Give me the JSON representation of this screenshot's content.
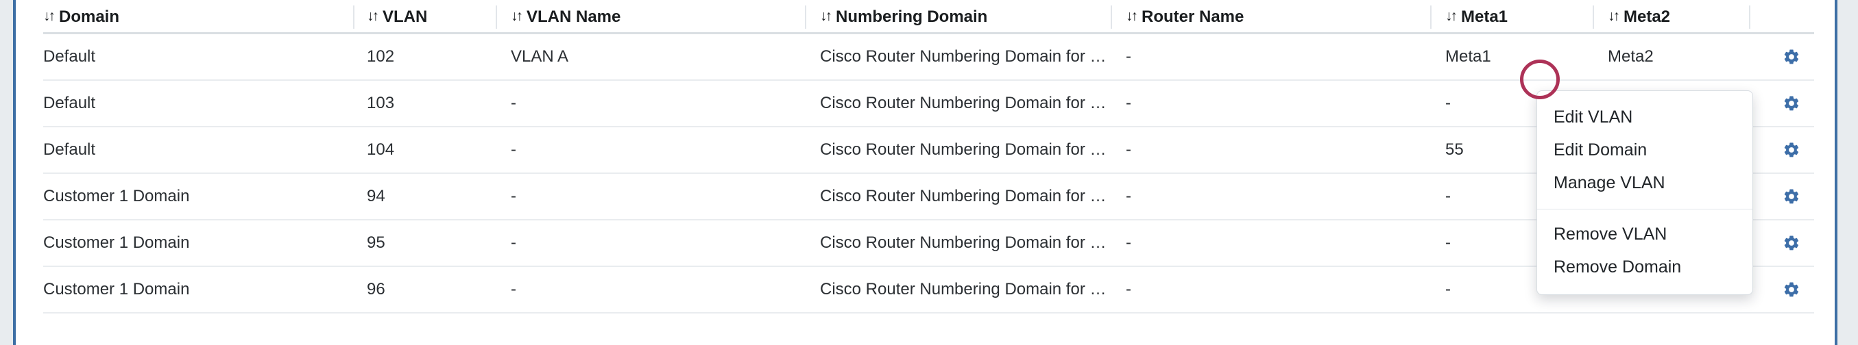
{
  "theme": {
    "accent_blue": "#3d6fa5",
    "gear_blue": "#3d6ea8",
    "highlight_circle": "#ad3257",
    "gutter_bg": "#e8ecef",
    "row_border": "#e9ecef"
  },
  "table": {
    "sort_icon": "↓↑",
    "columns": [
      {
        "key": "domain",
        "label": "Domain"
      },
      {
        "key": "vlan",
        "label": "VLAN"
      },
      {
        "key": "vlan_name",
        "label": "VLAN Name"
      },
      {
        "key": "numbering_domain",
        "label": "Numbering Domain"
      },
      {
        "key": "router_name",
        "label": "Router Name"
      },
      {
        "key": "meta1",
        "label": "Meta1"
      },
      {
        "key": "meta2",
        "label": "Meta2"
      }
    ],
    "row_action_icon": "gear-icon",
    "rows": [
      {
        "domain": "Default",
        "vlan": "102",
        "vlan_name": "VLAN A",
        "numbering_domain": "Cisco Router Numbering Domain for …",
        "router_name": "-",
        "meta1": "Meta1",
        "meta2": "Meta2"
      },
      {
        "domain": "Default",
        "vlan": "103",
        "vlan_name": "-",
        "numbering_domain": "Cisco Router Numbering Domain for …",
        "router_name": "-",
        "meta1": "-",
        "meta2": ""
      },
      {
        "domain": "Default",
        "vlan": "104",
        "vlan_name": "-",
        "numbering_domain": "Cisco Router Numbering Domain for …",
        "router_name": "-",
        "meta1": "55",
        "meta2": ""
      },
      {
        "domain": "Customer 1 Domain",
        "vlan": "94",
        "vlan_name": "-",
        "numbering_domain": "Cisco Router Numbering Domain for …",
        "router_name": "-",
        "meta1": "-",
        "meta2": ""
      },
      {
        "domain": "Customer 1 Domain",
        "vlan": "95",
        "vlan_name": "-",
        "numbering_domain": "Cisco Router Numbering Domain for …",
        "router_name": "-",
        "meta1": "-",
        "meta2": ""
      },
      {
        "domain": "Customer 1 Domain",
        "vlan": "96",
        "vlan_name": "-",
        "numbering_domain": "Cisco Router Numbering Domain for …",
        "router_name": "-",
        "meta1": "-",
        "meta2": ""
      }
    ]
  },
  "context_menu": {
    "open": true,
    "groups": [
      {
        "items": [
          {
            "label": "Edit VLAN"
          },
          {
            "label": "Edit Domain"
          },
          {
            "label": "Manage VLAN"
          }
        ]
      },
      {
        "items": [
          {
            "label": "Remove VLAN"
          },
          {
            "label": "Remove Domain"
          }
        ]
      }
    ]
  }
}
